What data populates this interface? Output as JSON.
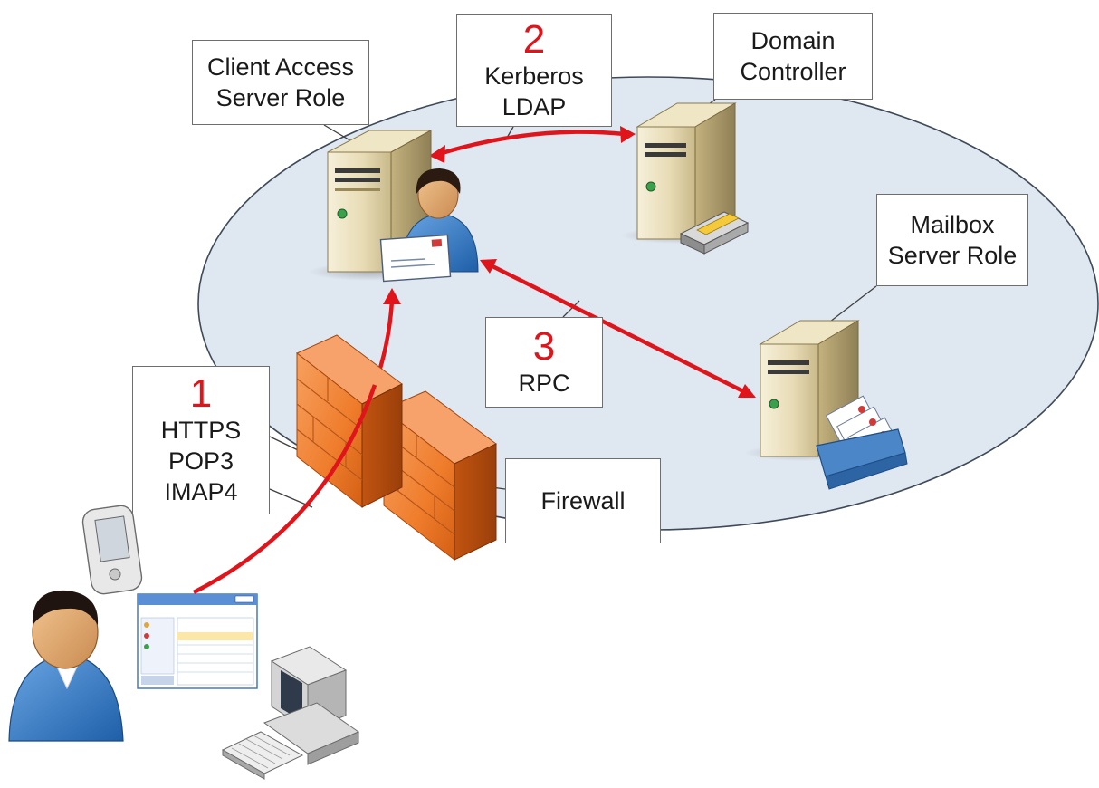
{
  "colors": {
    "network_fill": "#dfe7f1",
    "network_stroke": "#3f4a58",
    "arrow": "#e0141b",
    "number": "#e0141b",
    "leader": "#404040",
    "box_border": "#6e6e6e"
  },
  "labels": {
    "client_access": {
      "lines": [
        "Client Access",
        "Server Role"
      ]
    },
    "step2": {
      "number": "2",
      "lines": [
        "Kerberos",
        "LDAP"
      ]
    },
    "domain_controller": {
      "lines": [
        "Domain",
        "Controller"
      ]
    },
    "mailbox": {
      "lines": [
        "Mailbox",
        "Server Role"
      ]
    },
    "step3": {
      "number": "3",
      "lines": [
        "RPC"
      ]
    },
    "step1": {
      "number": "1",
      "lines": [
        "HTTPS",
        "POP3",
        "IMAP4"
      ]
    },
    "firewall": {
      "lines": [
        "Firewall"
      ]
    }
  },
  "icons": {
    "cas_server": "server-tower-icon",
    "admin": "administrator-person-icon",
    "envelope": "envelope-icon",
    "dc_server": "server-tower-icon",
    "directory": "directory-card-icon",
    "mailbox_server": "server-tower-icon",
    "mail_tray": "mail-tray-icon",
    "firewall_front": "brick-wall-icon",
    "firewall_back": "brick-wall-icon",
    "pda": "pda-device-icon",
    "user": "user-person-icon",
    "browser": "owa-browser-window-icon",
    "desktop": "desktop-computer-icon",
    "keyboard": "keyboard-icon"
  }
}
